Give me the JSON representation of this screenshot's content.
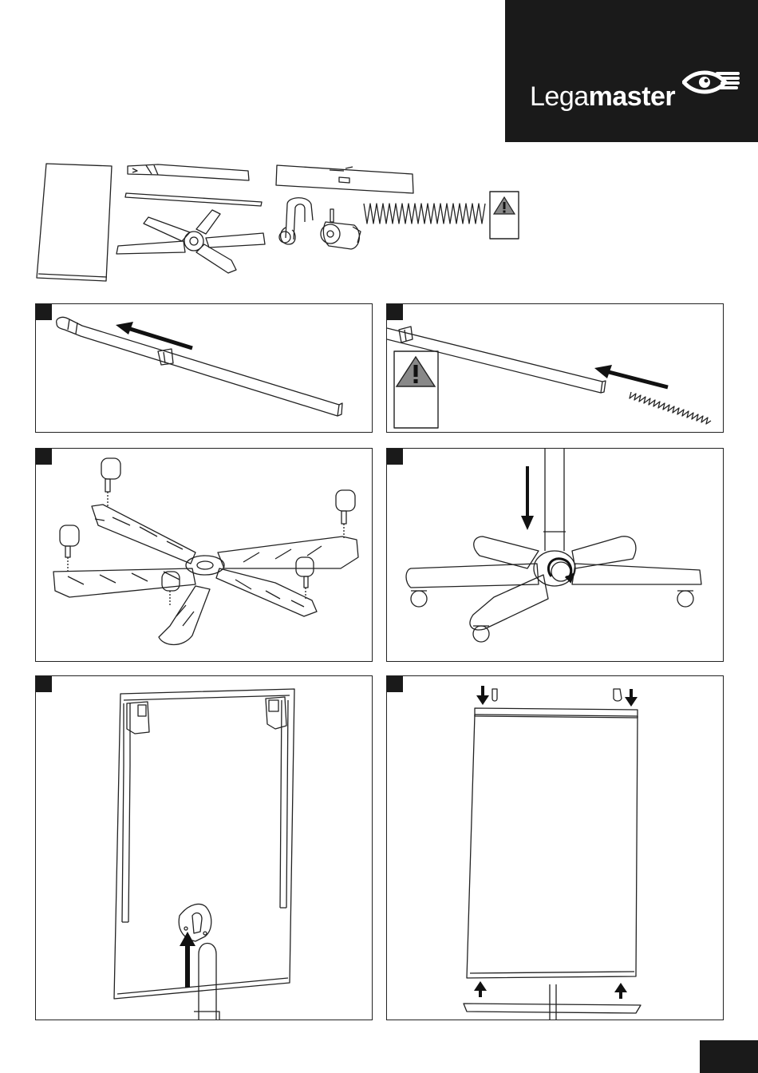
{
  "brand": {
    "name_part1": "Lega",
    "name_part2": "master",
    "colors": {
      "dark": "#1a1a1a",
      "line": "#222222",
      "warning": "#888888"
    }
  },
  "icons": [
    "legamaster-eye-logo",
    "warning-triangle-icon",
    "arrow-icon",
    "rotate-arrow-icon"
  ],
  "steps": [
    {
      "id": "step-1",
      "illustration": "slide-bracket-onto-pole"
    },
    {
      "id": "step-2",
      "illustration": "insert-spring-into-pole",
      "warning": true
    },
    {
      "id": "step-3",
      "illustration": "attach-castors-to-base"
    },
    {
      "id": "step-4",
      "illustration": "screw-pole-into-base"
    },
    {
      "id": "step-5",
      "illustration": "mount-board-on-pole"
    },
    {
      "id": "step-6",
      "illustration": "fit-top-and-bottom-rails"
    }
  ]
}
